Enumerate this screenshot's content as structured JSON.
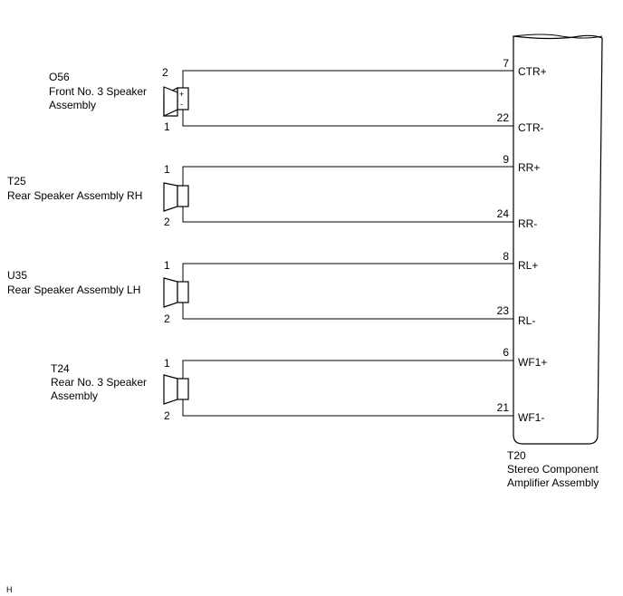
{
  "speakers": [
    {
      "code": "O56",
      "name_lines": [
        "Front No. 3 Speaker",
        "Assembly"
      ],
      "top_pin": "2",
      "bottom_pin": "1",
      "polarity": [
        "+",
        "-"
      ]
    },
    {
      "code": "T25",
      "name_lines": [
        "Rear Speaker Assembly RH"
      ],
      "top_pin": "1",
      "bottom_pin": "2"
    },
    {
      "code": "U35",
      "name_lines": [
        "Rear Speaker Assembly LH"
      ],
      "top_pin": "1",
      "bottom_pin": "2"
    },
    {
      "code": "T24",
      "name_lines": [
        "Rear No. 3 Speaker",
        "Assembly"
      ],
      "top_pin": "1",
      "bottom_pin": "2"
    }
  ],
  "amplifier": {
    "code": "T20",
    "name_lines": [
      "Stereo Component",
      "Amplifier Assembly"
    ],
    "terminals": [
      {
        "pin": "7",
        "label": "CTR+"
      },
      {
        "pin": "22",
        "label": "CTR-"
      },
      {
        "pin": "9",
        "label": "RR+"
      },
      {
        "pin": "24",
        "label": "RR-"
      },
      {
        "pin": "8",
        "label": "RL+"
      },
      {
        "pin": "23",
        "label": "RL-"
      },
      {
        "pin": "6",
        "label": "WF1+"
      },
      {
        "pin": "21",
        "label": "WF1-"
      }
    ]
  },
  "corner_mark": "H"
}
